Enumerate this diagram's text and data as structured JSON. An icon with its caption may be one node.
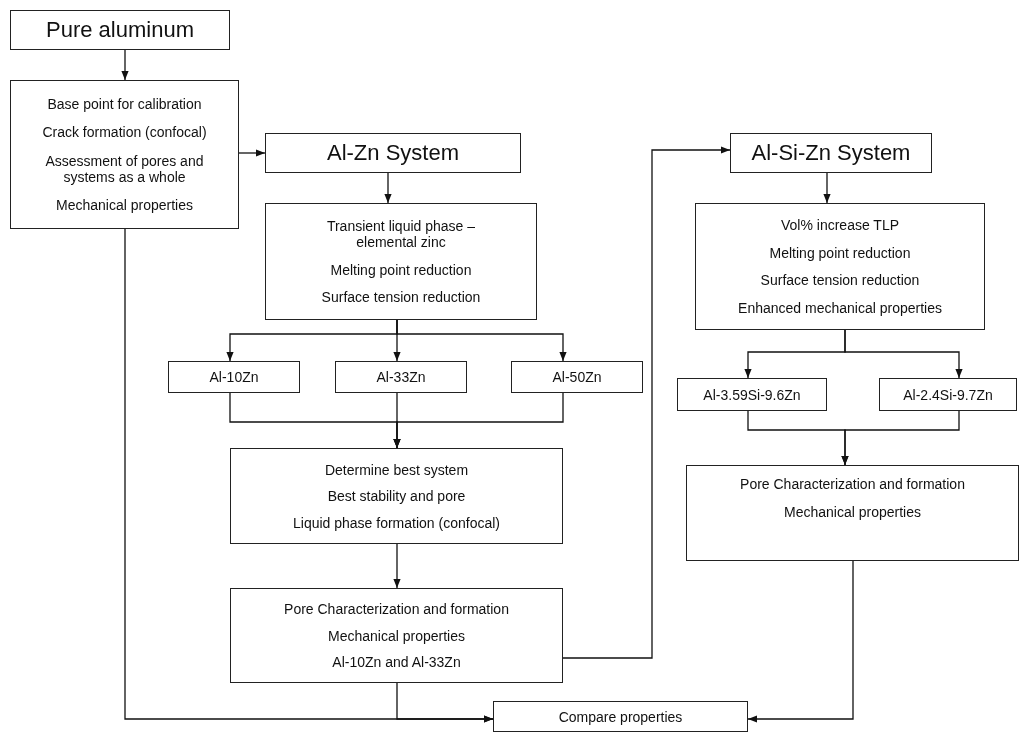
{
  "diagram": {
    "nodes": [
      {
        "text": [
          "Pure aluminum"
        ]
      },
      {
        "text": [
          "Base point for calibration",
          "Crack formation (confocal)",
          "Assessment of pores and systems as a whole",
          "Mechanical properties"
        ]
      },
      {
        "text": [
          "Al-Zn System"
        ]
      },
      {
        "text": [
          "Transient liquid phase – elemental zinc",
          "Melting point reduction",
          "Surface tension reduction"
        ]
      },
      {
        "text": [
          "Al-10Zn"
        ]
      },
      {
        "text": [
          "Al-33Zn"
        ]
      },
      {
        "text": [
          "Al-50Zn"
        ]
      },
      {
        "text": [
          "Determine best system",
          "Best stability and pore",
          "Liquid phase formation (confocal)"
        ]
      },
      {
        "text": [
          "Pore Characterization and formation",
          "Mechanical properties",
          "Al-10Zn and Al-33Zn"
        ]
      },
      {
        "text": [
          "Al-Si-Zn System"
        ]
      },
      {
        "text": [
          "Vol% increase TLP",
          "Melting point reduction",
          "Surface tension reduction",
          "Enhanced mechanical properties"
        ]
      },
      {
        "text": [
          "Al-3.59Si-9.6Zn"
        ]
      },
      {
        "text": [
          "Al-2.4Si-9.7Zn"
        ]
      },
      {
        "text": [
          "Pore Characterization and formation",
          "Mechanical properties"
        ]
      },
      {
        "text": [
          "Compare properties"
        ]
      }
    ],
    "edges": [
      {
        "from": 0,
        "to": 1,
        "arrow": "to"
      },
      {
        "from": 1,
        "to": 2,
        "arrow": "to"
      },
      {
        "from": 2,
        "to": 3,
        "arrow": "to"
      },
      {
        "from": 3,
        "to": 4,
        "arrow": "to"
      },
      {
        "from": 3,
        "to": 5,
        "arrow": "to"
      },
      {
        "from": 3,
        "to": 6,
        "arrow": "to"
      },
      {
        "from": 4,
        "to": 7,
        "arrow": "to"
      },
      {
        "from": 5,
        "to": 7,
        "arrow": "to"
      },
      {
        "from": 6,
        "to": 7,
        "arrow": "to"
      },
      {
        "from": 7,
        "to": 8,
        "arrow": "to"
      },
      {
        "from": 8,
        "to": 9,
        "arrow": "to"
      },
      {
        "from": 8,
        "to": 14,
        "arrow": "to"
      },
      {
        "from": 1,
        "to": 14,
        "arrow": "to"
      },
      {
        "from": 9,
        "to": 10,
        "arrow": "to"
      },
      {
        "from": 10,
        "to": 11,
        "arrow": "to"
      },
      {
        "from": 10,
        "to": 12,
        "arrow": "to"
      },
      {
        "from": 11,
        "to": 13,
        "arrow": "to"
      },
      {
        "from": 12,
        "to": 13,
        "arrow": "to"
      },
      {
        "from": 13,
        "to": 14,
        "arrow": "to"
      }
    ]
  }
}
